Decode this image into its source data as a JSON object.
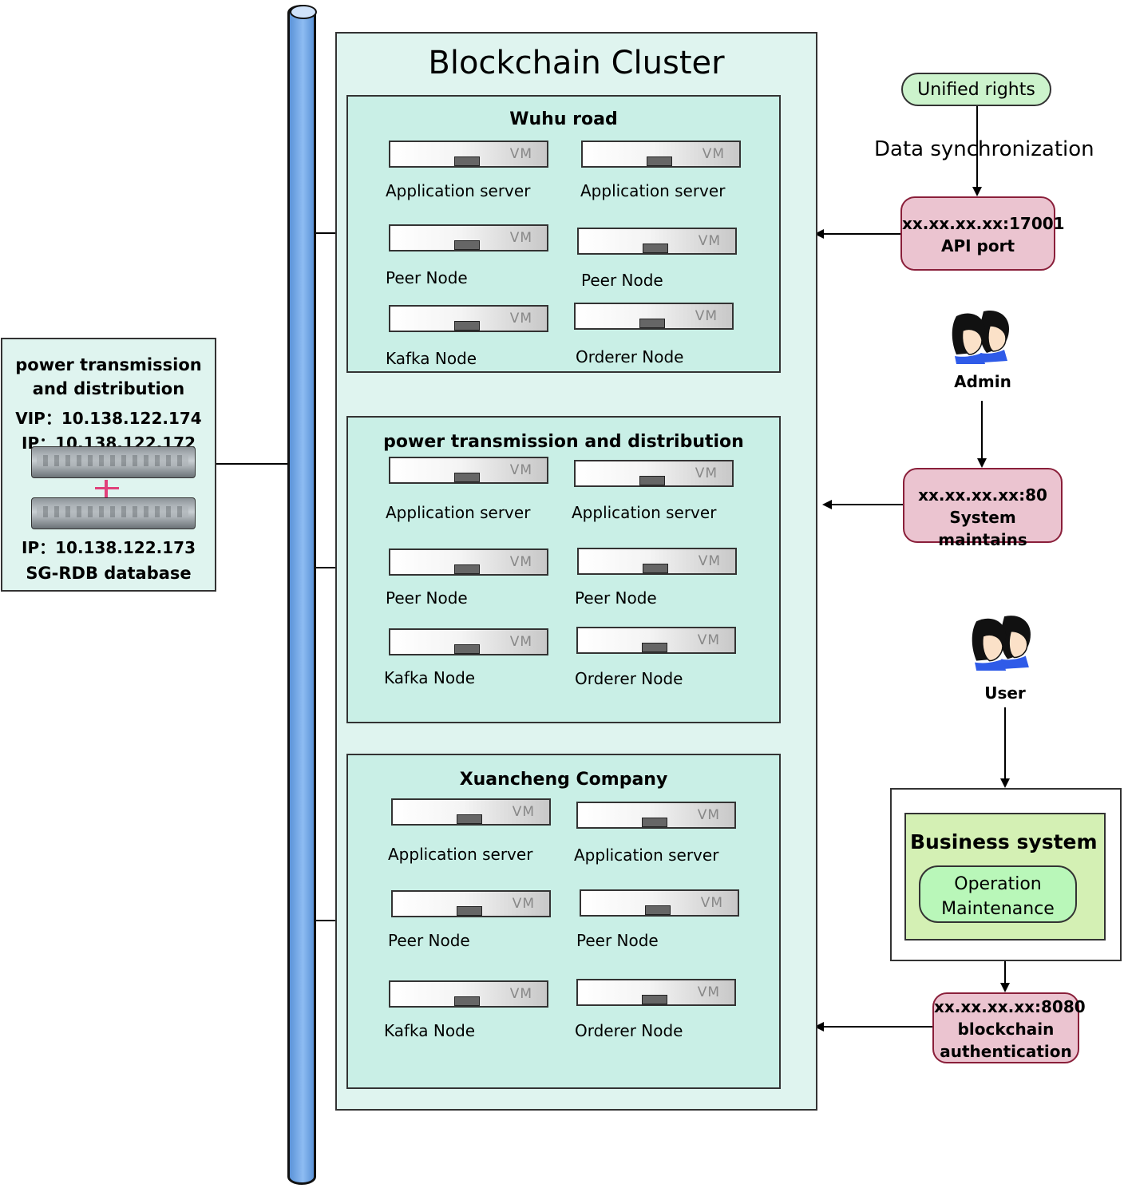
{
  "cluster": {
    "title": "Blockchain Cluster"
  },
  "sites": [
    {
      "name": "Wuhu road",
      "nodes": [
        "Application server",
        "Application server",
        "Peer Node",
        "Peer Node",
        "Kafka Node",
        "Orderer Node"
      ]
    },
    {
      "name": "power transmission and distribution",
      "nodes": [
        "Application server",
        "Application server",
        "Peer Node",
        "Peer Node",
        "Kafka Node",
        "Orderer Node"
      ]
    },
    {
      "name": "Xuancheng Company",
      "nodes": [
        "Application server",
        "Application server",
        "Peer Node",
        "Peer Node",
        "Kafka Node",
        "Orderer Node"
      ]
    }
  ],
  "vm_label": "VM",
  "database": {
    "title_line1": "power transmission",
    "title_line2": "and distribution",
    "vip": "VIP：10.138.122.174",
    "ip1": "IP：10.138.122.172",
    "ip2": "IP：10.138.122.173",
    "name": "SG-RDB database"
  },
  "right": {
    "unified_rights": "Unified rights",
    "data_sync": "Data synchronization",
    "api_port_addr": "xx.xx.xx.xx:17001",
    "api_port_label": "API port",
    "admin": "Admin",
    "sys_addr": "xx.xx.xx.xx:80",
    "sys_label": "System maintains",
    "user": "User",
    "business_system": "Business system",
    "op_line1": "Operation",
    "op_line2": "Maintenance",
    "auth_addr": "xx.xx.xx.xx:8080",
    "auth_line2": "blockchain",
    "auth_line3": "authentication"
  },
  "colors": {
    "cluster_bg": "#dff4ef",
    "site_bg": "#c9efe6",
    "pipe": "#6fa3e6",
    "pill_bg": "#ebc4d0",
    "pill_border": "#8a1f3a",
    "unified_bg": "#ccf3cc",
    "business_bg": "#d4f0b4"
  }
}
